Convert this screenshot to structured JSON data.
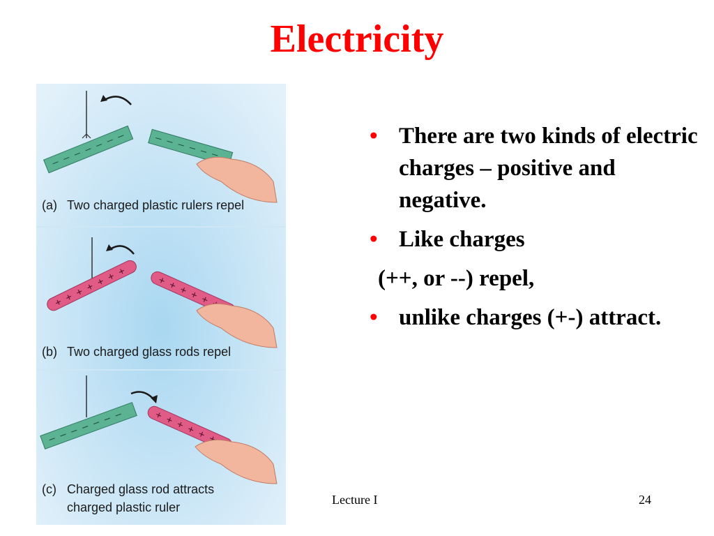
{
  "slide": {
    "title": "Electricity",
    "footer_left": "Lecture I",
    "page_number": "24"
  },
  "figure": {
    "panels": [
      {
        "letter": "(a)",
        "caption": "Two charged plastic rulers repel"
      },
      {
        "letter": "(b)",
        "caption": "Two charged glass rods repel"
      },
      {
        "letter": "(c)",
        "caption_line1": "Charged glass rod attracts",
        "caption_line2": "charged plastic ruler"
      }
    ],
    "colors": {
      "background_top": "#dceef9",
      "background_mid": "#bfe0f4",
      "ruler": "#5cb394",
      "rod": "#e05b86",
      "hand": "#f2b69e",
      "arrow": "#1a1a1a"
    }
  },
  "bullets": {
    "item1": "There are two kinds of electric charges – positive and negative.",
    "item2": "Like charges",
    "item2_continued": "(++, or --) repel,",
    "item3": "unlike charges (+-) attract."
  },
  "colors": {
    "title": "#ff0000",
    "bullet": "#ff0000"
  }
}
